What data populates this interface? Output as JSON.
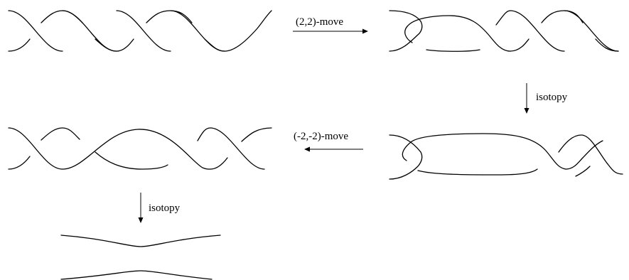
{
  "moves": {
    "top_right": "(2,2)-move",
    "right_down": "isotopy",
    "middle_left": "(-2,-2)-move",
    "left_down": "isotopy"
  }
}
